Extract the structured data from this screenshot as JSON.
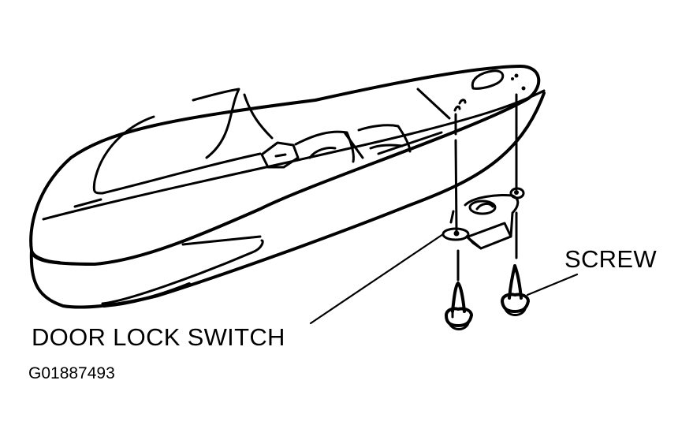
{
  "diagram": {
    "subject": "door-trim-armrest-switch-panel",
    "callouts": [
      {
        "id": "door_lock_switch",
        "text": "DOOR LOCK SWITCH"
      },
      {
        "id": "screw",
        "text": "SCREW"
      }
    ],
    "figure_id": "G01887493",
    "colors": {
      "ink": "#000000",
      "background": "#ffffff"
    }
  }
}
